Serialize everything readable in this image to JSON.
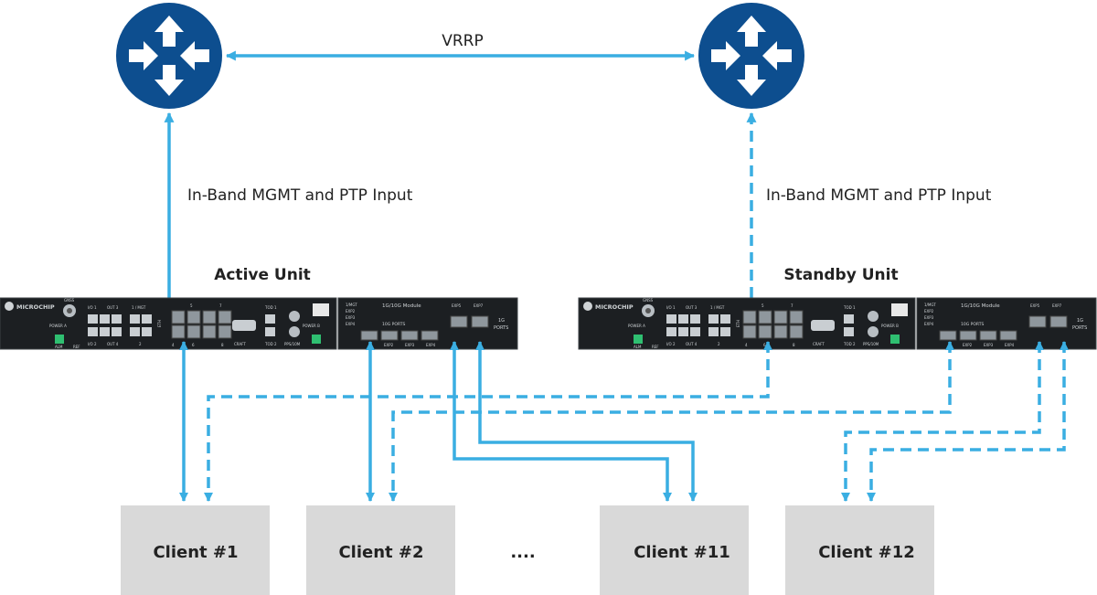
{
  "links": {
    "vrrp": "VRRP",
    "active_mgmt": "In-Band MGMT and PTP Input",
    "standby_mgmt": "In-Band MGMT and PTP Input"
  },
  "units": {
    "active": {
      "label": "Active Unit",
      "brand": "MICROCHIP",
      "ports_gnss": "GNSS",
      "ports_io1": "I/O 1",
      "ports_out3": "OUT 3",
      "ports_mgt": "1 / MGT",
      "ports_io2": "I/O 2",
      "ports_out4": "OUT 4",
      "ports_2": "2",
      "eth": "ETH",
      "sfp_labels": [
        "5",
        "7",
        "6",
        "8",
        "4"
      ],
      "craft": "CRAFT",
      "tod1": "TOD 1",
      "tod2": "TOD 2",
      "pps": "PPS/10M",
      "power_a": "POWER A",
      "power_b": "POWER B",
      "alm": "ALM",
      "ref": "REF",
      "module_title": "1G/10G Module",
      "module_leds": [
        "1/MGT",
        "EXP2",
        "EXP3",
        "EXP4"
      ],
      "ten_g": "10G PORTS",
      "exp_bottom": [
        "EXP2",
        "EXP3",
        "EXP4"
      ],
      "exp5": "EXP5",
      "exp7": "EXP7",
      "one_g": "1G",
      "ports": "PORTS"
    },
    "standby": {
      "label": "Standby Unit",
      "brand": "MICROCHIP",
      "ports_gnss": "GNSS",
      "ports_io1": "I/O 1",
      "ports_out3": "OUT 3",
      "ports_mgt": "1 / MGT",
      "ports_io2": "I/O 2",
      "ports_out4": "OUT 4",
      "ports_2": "2",
      "eth": "ETH",
      "sfp_labels": [
        "5",
        "7",
        "6",
        "8",
        "4"
      ],
      "craft": "CRAFT",
      "tod1": "TOD 1",
      "tod2": "TOD 2",
      "pps": "PPS/10M",
      "power_a": "POWER A",
      "power_b": "POWER B",
      "alm": "ALM",
      "ref": "REF",
      "module_title": "1G/10G Module",
      "module_leds": [
        "1/MGT",
        "EXP2",
        "EXP3",
        "EXP4"
      ],
      "ten_g": "10G PORTS",
      "exp_bottom": [
        "EXP2",
        "EXP3",
        "EXP4"
      ],
      "exp5": "EXP5",
      "exp7": "EXP7",
      "one_g": "1G",
      "ports": "PORTS"
    }
  },
  "clients": [
    {
      "label": "Client #1"
    },
    {
      "label": "Client #2"
    },
    {
      "label": "Client #11"
    },
    {
      "label": "Client #12"
    }
  ],
  "ellipsis": "....",
  "colors": {
    "router": "#0d4e8f",
    "link": "#3aaee2",
    "client_box": "#d9d9d9",
    "chassis": "#1c1f22"
  },
  "icons": {
    "router": "router-icon"
  }
}
